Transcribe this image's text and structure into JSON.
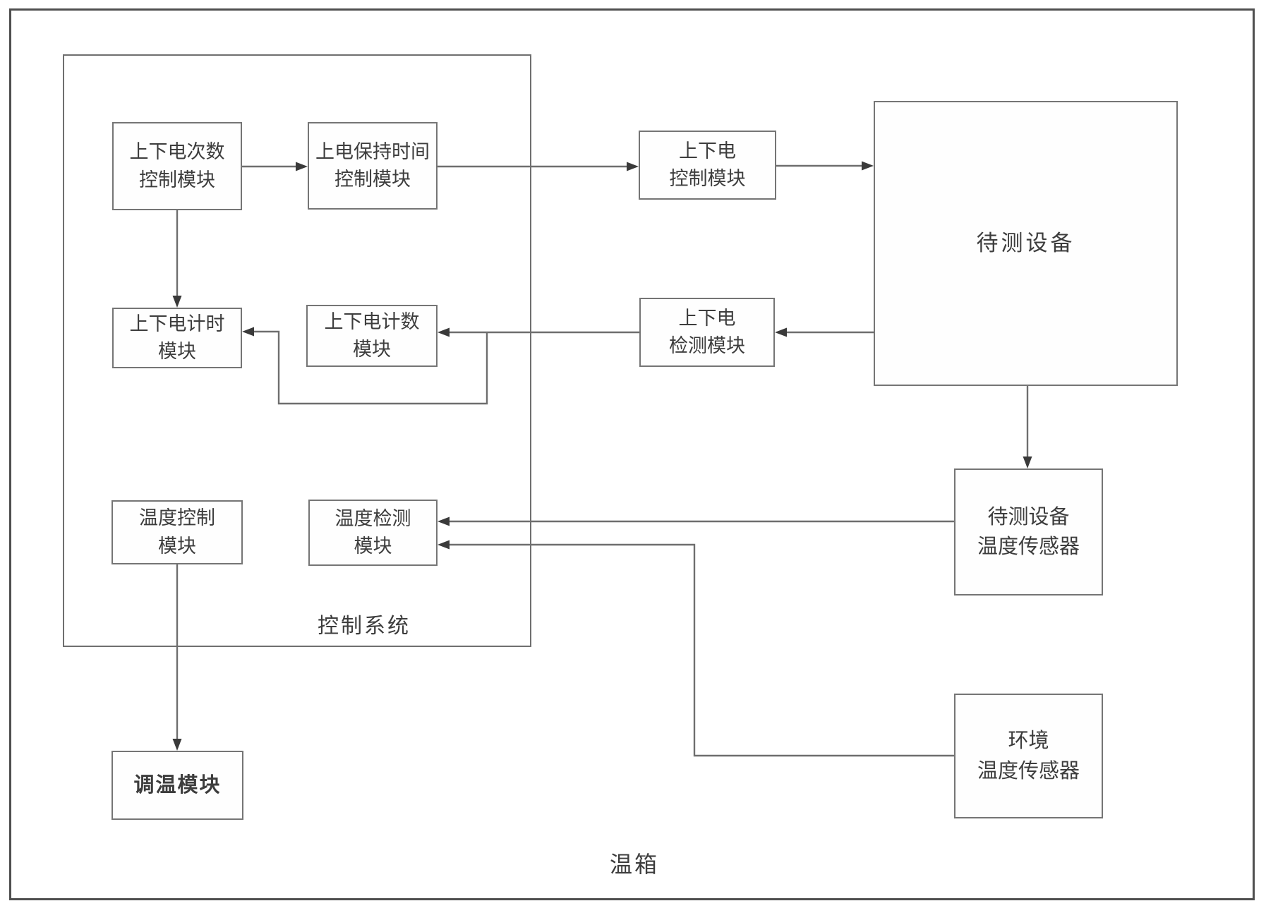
{
  "diagram": {
    "outer_box_label": "温箱",
    "inner_box_label": "控制系统",
    "nodes": {
      "power_cycle_count_control": "上下电次数\n控制模块",
      "power_on_hold_time_control": "上电保持时间\n控制模块",
      "power_on_off_control": "上下电\n控制模块",
      "power_on_off_timing": "上下电计时\n模块",
      "power_on_off_counting": "上下电计数\n模块",
      "power_on_off_detection": "上下电\n检测模块",
      "device_under_test": "待测设备",
      "temperature_control": "温度控制\n模块",
      "temperature_detection": "温度检测\n模块",
      "dut_temperature_sensor": "待测设备\n温度传感器",
      "ambient_temperature_sensor": "环境\n温度传感器",
      "temperature_adjust": "调温模块"
    },
    "colors": {
      "line": "#6e6e6e",
      "arrowhead": "#3a3a3a",
      "box_border": "#757575",
      "text": "#3d3d3d",
      "background": "#ffffff"
    }
  }
}
